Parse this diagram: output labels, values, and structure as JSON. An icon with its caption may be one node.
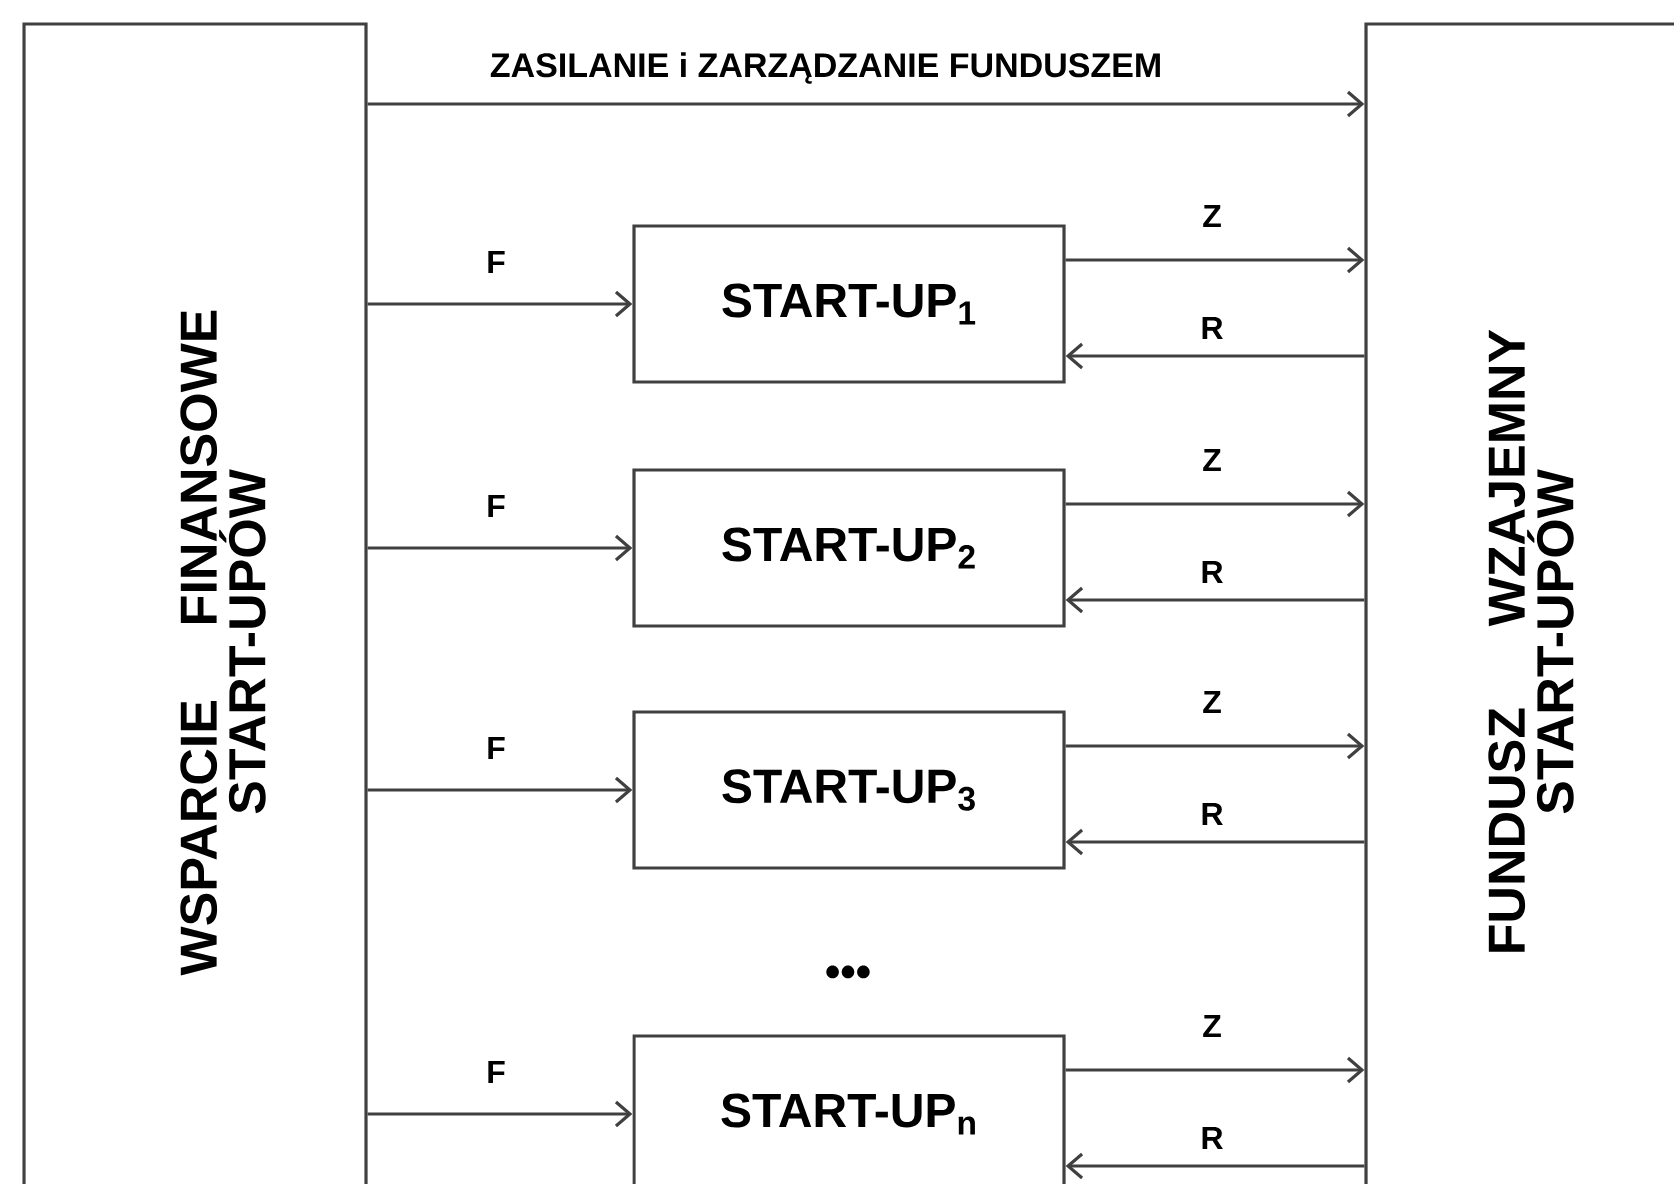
{
  "diagram": {
    "nodes": [
      {
        "text": [
          "WSPARCIE FINANSOWE START-UPÓW"
        ]
      },
      {
        "text": [
          "FUNDUSZ WZAJEMNY START-UPÓW"
        ]
      },
      {
        "text": [
          "START-UP$_{1}$"
        ]
      },
      {
        "text": [
          "START-UP$_{2}$"
        ]
      },
      {
        "text": [
          "START-UP$_{3}$"
        ]
      },
      {
        "text": [
          "START-UP$_{n}$"
        ]
      }
    ],
    "edges": [
      {
        "from": 0,
        "to": 1,
        "arrow": "to",
        "label": "ZASILANIE i ZARZĄDZANIE FUNDUSZEM"
      },
      {
        "from": 0,
        "to": 2,
        "arrow": "to",
        "label": "F"
      },
      {
        "from": 2,
        "to": 1,
        "arrow": "to",
        "label": "Z"
      },
      {
        "from": 1,
        "to": 2,
        "arrow": "to",
        "label": "R"
      },
      {
        "from": 0,
        "to": 3,
        "arrow": "to",
        "label": "F"
      },
      {
        "from": 3,
        "to": 1,
        "arrow": "to",
        "label": "Z"
      },
      {
        "from": 1,
        "to": 3,
        "arrow": "to",
        "label": "R"
      },
      {
        "from": 0,
        "to": 4,
        "arrow": "to",
        "label": "F"
      },
      {
        "from": 4,
        "to": 1,
        "arrow": "to",
        "label": "Z"
      },
      {
        "from": 1,
        "to": 4,
        "arrow": "to",
        "label": "R"
      },
      {
        "from": 0,
        "to": 5,
        "arrow": "to",
        "label": "F"
      },
      {
        "from": 5,
        "to": 1,
        "arrow": "to",
        "label": "Z"
      },
      {
        "from": 1,
        "to": 5,
        "arrow": "to",
        "label": "R"
      }
    ],
    "labels": [
      "•••"
    ]
  }
}
